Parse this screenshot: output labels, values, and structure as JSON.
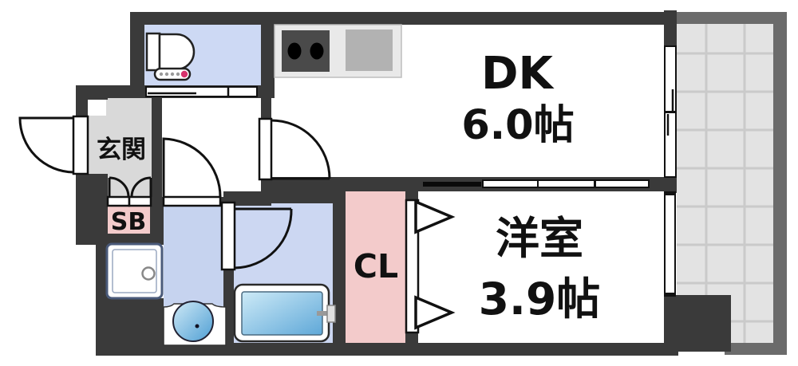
{
  "floorplan": {
    "kind": "apartment-floorplan",
    "rooms": {
      "genkan": {
        "label": "玄関"
      },
      "shoebox": {
        "label": "SB"
      },
      "dk": {
        "name": "DK",
        "size": "6.0帖"
      },
      "western": {
        "name": "洋室",
        "size": "3.9帖"
      },
      "closet": {
        "label": "CL"
      }
    },
    "colors": {
      "wall": "#3a3a3a",
      "balcony_wall": "#6b6b6b",
      "balcony_tile": "#e3e3e3",
      "tile_grid": "#cacaca",
      "toilet_floor": "#cdd9f4",
      "washroom_floor": "#c6d3ef",
      "bathroom_floor": "#ccd7f2",
      "genkan_floor": "#d9d9d9",
      "storage_pink": "#f3cbcb",
      "counter_gray": "#e9e9e9",
      "stove_gray": "#4a4a4a",
      "sink_gray": "#b2b2b2",
      "water_light": "#c9e7f6",
      "water_deep": "#57a4d6"
    }
  }
}
